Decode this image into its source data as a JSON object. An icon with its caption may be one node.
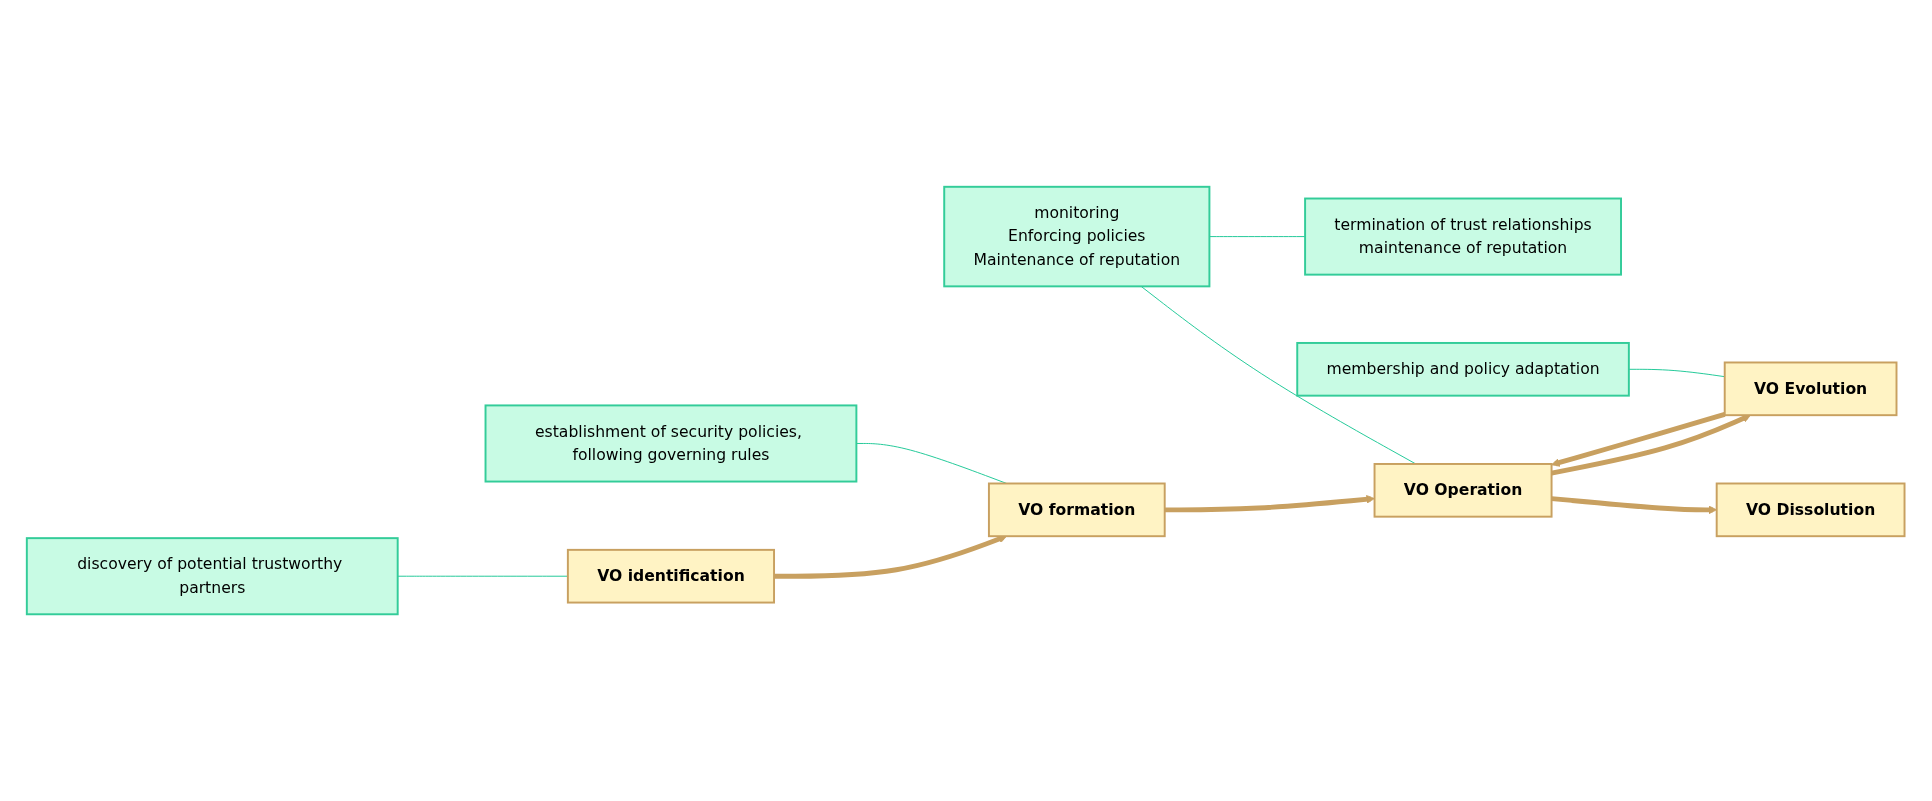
{
  "diagram": {
    "nodes": [
      {
        "text": [
          "establishment of security policies, following governing rules"
        ]
      },
      {
        "text": [
          "monitoring",
          "Enforcing policies",
          "Maintenance of reputation"
        ]
      },
      {
        "text": [
          "VO identification"
        ]
      },
      {
        "text": [
          "VO formation"
        ]
      },
      {
        "text": [
          "VO Operation"
        ]
      },
      {
        "text": [
          "VO Dissolution"
        ]
      },
      {
        "text": [
          "discovery of potential trustworthy partners"
        ]
      },
      {
        "text": [
          "VO Evolution"
        ]
      },
      {
        "text": [
          "membership and policy adaptation"
        ]
      },
      {
        "text": [
          "termination of trust relationships",
          "maintenance of reputation"
        ]
      }
    ],
    "edges": [
      {
        "from": 2,
        "to": 3,
        "arrow": "to",
        "style": "thick"
      },
      {
        "from": 3,
        "to": 4,
        "arrow": "to",
        "style": "thick"
      },
      {
        "from": 4,
        "to": 5,
        "arrow": "to",
        "style": "thick"
      },
      {
        "from": 4,
        "to": 7,
        "arrow": "to",
        "style": "thick"
      },
      {
        "from": 7,
        "to": 4,
        "arrow": "to",
        "style": "thick"
      },
      {
        "from": 0,
        "to": 3,
        "arrow": "none",
        "color": "#20c997"
      },
      {
        "from": 1,
        "to": 4,
        "arrow": "none",
        "color": "#20c997"
      },
      {
        "from": 6,
        "to": 2,
        "arrow": "none",
        "color": "#20c997"
      },
      {
        "from": 8,
        "to": 7,
        "arrow": "none",
        "color": "#20c997"
      },
      {
        "from": 1,
        "to": 9,
        "arrow": "none",
        "color": "#20c997"
      }
    ]
  }
}
